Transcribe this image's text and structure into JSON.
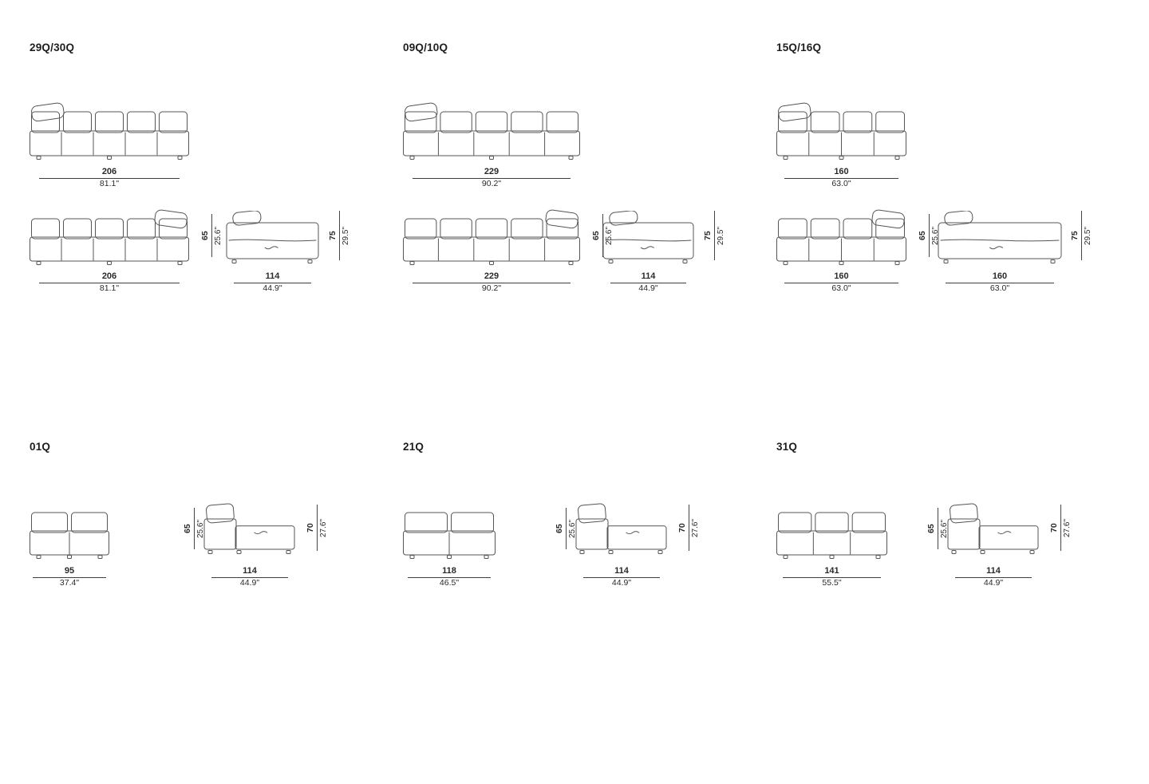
{
  "sections": [
    {
      "title": "29Q/30Q",
      "front_a": {
        "dim": {
          "cm": "206",
          "in": "81.1\""
        }
      },
      "front_b": {
        "dim": {
          "cm": "206",
          "in": "81.1\""
        },
        "height": {
          "cm": "65",
          "in": "25.6\""
        }
      },
      "side": {
        "dim": {
          "cm": "114",
          "in": "44.9\""
        },
        "height": {
          "cm": "75",
          "in": "29.5\""
        }
      }
    },
    {
      "title": "09Q/10Q",
      "front_a": {
        "dim": {
          "cm": "229",
          "in": "90.2\""
        }
      },
      "front_b": {
        "dim": {
          "cm": "229",
          "in": "90.2\""
        },
        "height": {
          "cm": "65",
          "in": "25.6\""
        }
      },
      "side": {
        "dim": {
          "cm": "114",
          "in": "44.9\""
        },
        "height": {
          "cm": "75",
          "in": "29.5\""
        }
      }
    },
    {
      "title": "15Q/16Q",
      "front_a": {
        "dim": {
          "cm": "160",
          "in": "63.0\""
        }
      },
      "front_b": {
        "dim": {
          "cm": "160",
          "in": "63.0\""
        },
        "height": {
          "cm": "65",
          "in": "25.6\""
        }
      },
      "side": {
        "dim": {
          "cm": "160",
          "in": "63.0\""
        },
        "height": {
          "cm": "75",
          "in": "29.5\""
        }
      }
    },
    {
      "title": "01Q",
      "front": {
        "dim": {
          "cm": "95",
          "in": "37.4\""
        }
      },
      "side": {
        "dim": {
          "cm": "114",
          "in": "44.9\""
        },
        "height_left": {
          "cm": "65",
          "in": "25.6\""
        },
        "height_right": {
          "cm": "70",
          "in": "27.6\""
        }
      }
    },
    {
      "title": "21Q",
      "front": {
        "dim": {
          "cm": "118",
          "in": "46.5\""
        }
      },
      "side": {
        "dim": {
          "cm": "114",
          "in": "44.9\""
        },
        "height_left": {
          "cm": "65",
          "in": "25.6\""
        },
        "height_right": {
          "cm": "70",
          "in": "27.6\""
        }
      }
    },
    {
      "title": "31Q",
      "front": {
        "dim": {
          "cm": "141",
          "in": "55.5\""
        }
      },
      "side": {
        "dim": {
          "cm": "114",
          "in": "44.9\""
        },
        "height_left": {
          "cm": "65",
          "in": "25.6\""
        },
        "height_right": {
          "cm": "70",
          "in": "27.6\""
        }
      }
    }
  ]
}
